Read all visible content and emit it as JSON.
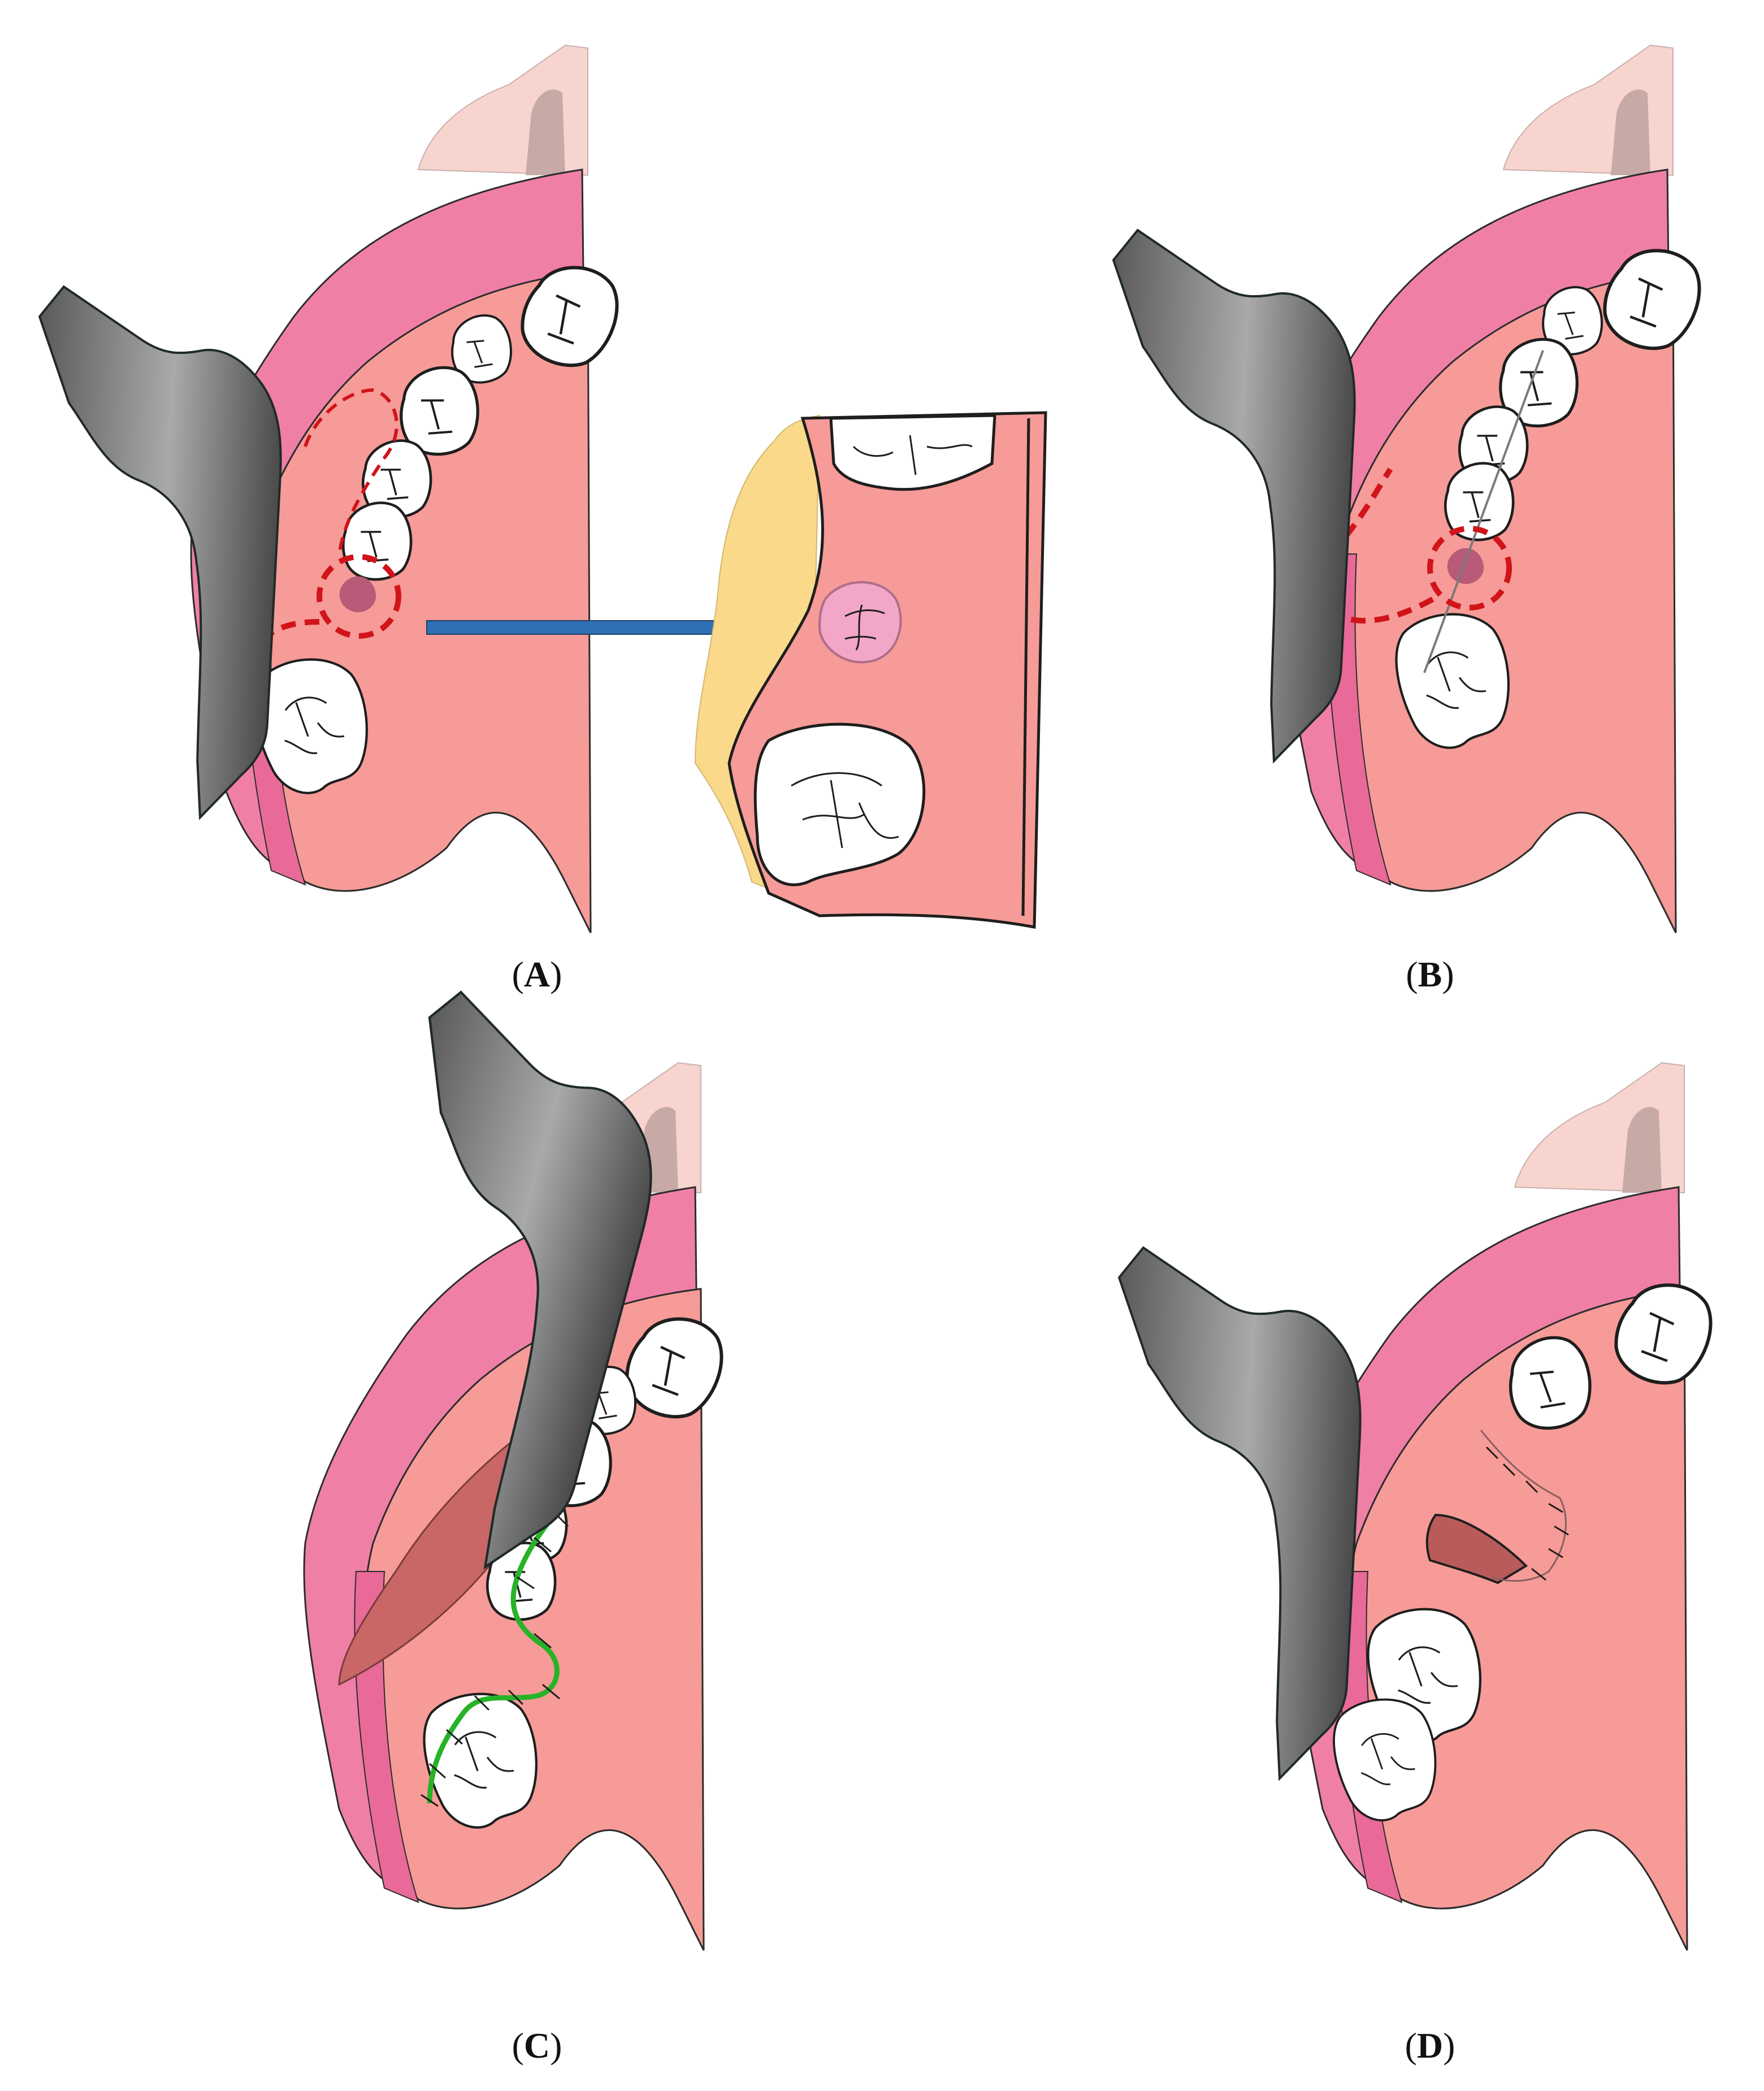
{
  "panels": [
    {
      "id": "A",
      "label_open": "(",
      "label_letter": "A",
      "label_close": ")"
    },
    {
      "id": "B",
      "label_open": "(",
      "label_letter": "B",
      "label_close": ")"
    },
    {
      "id": "C",
      "label_open": "(",
      "label_letter": "C",
      "label_close": ")"
    },
    {
      "id": "D",
      "label_open": "(",
      "label_letter": "D",
      "label_close": ")"
    }
  ],
  "colors": {
    "gingiva_dark": "#f07fa6",
    "gingiva_light": "#f8a2a0",
    "palate_tissue": "#f69b97",
    "lip": "#f8d4cf",
    "lip_shadow": "#c9a9a3",
    "retractor": "#6a6a6a",
    "tooth": "#ffffff",
    "incision": "#d0141a",
    "arrow": "#2f6fb3",
    "fat": "#fbd98a",
    "suture_green": "#27b327",
    "flap": "#c86766",
    "flap_bright": "#f2535c",
    "lesion": "#b85b78"
  },
  "icons": [
    "retractor",
    "tooth",
    "incision-line",
    "arrow",
    "suture"
  ]
}
